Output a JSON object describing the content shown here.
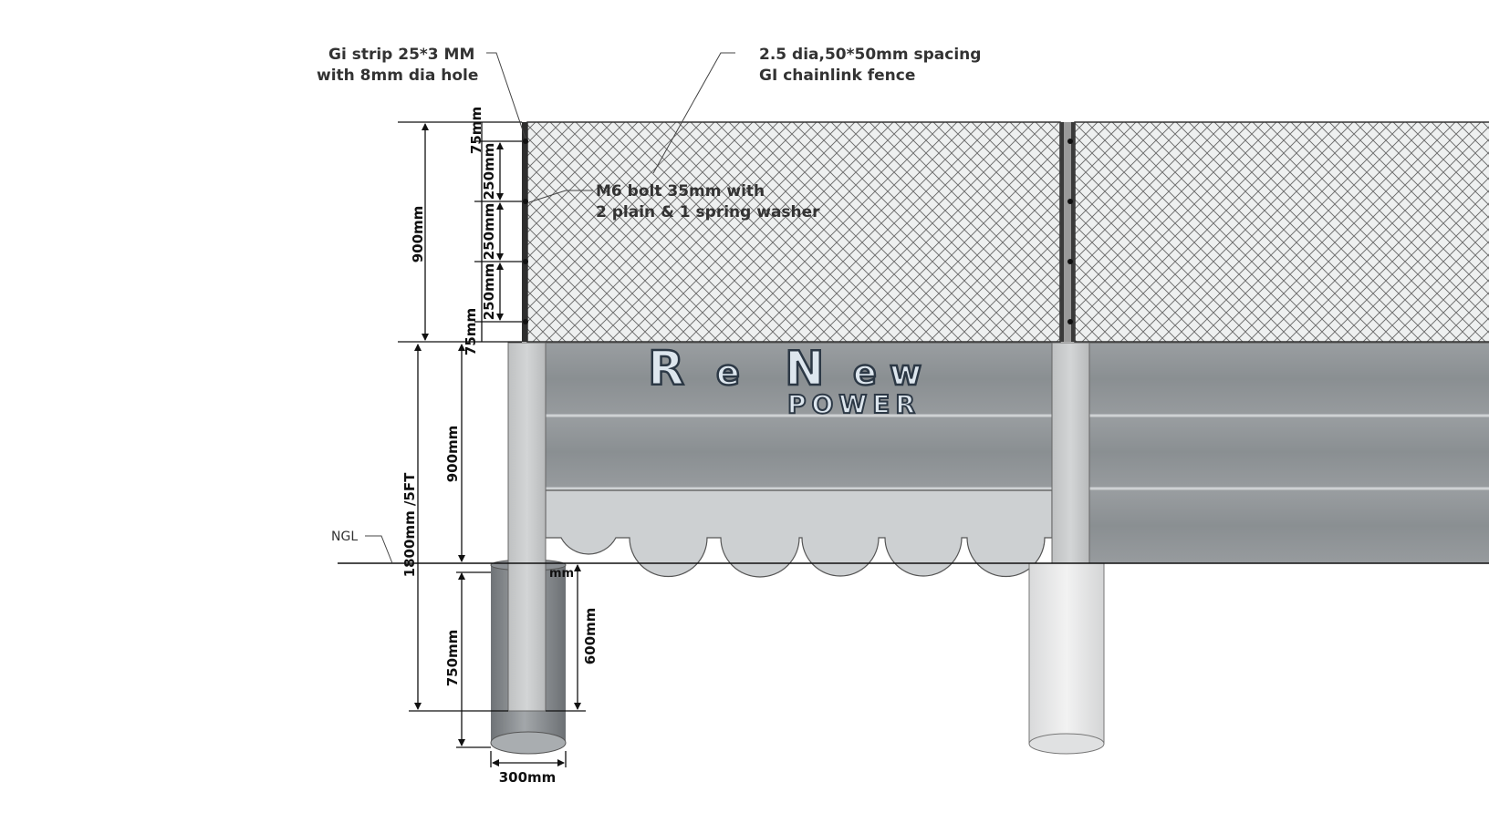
{
  "callouts": {
    "gi_strip_line1": "Gi strip 25*3 MM",
    "gi_strip_line2": "with 8mm dia hole",
    "chainlink_line1": "2.5 dia,50*50mm spacing",
    "chainlink_line2": "GI chainlink fence",
    "bolt_line1": "M6 bolt 35mm with",
    "bolt_line2": "2 plain & 1 spring washer",
    "ngl": "NGL"
  },
  "dimensions": {
    "fence_height": "900mm",
    "top_offset": "75mm",
    "spacing_1": "250mm",
    "spacing_2": "250mm",
    "spacing_3": "250mm",
    "bottom_offset": "75mm",
    "wall_height": "900mm",
    "total_height": "1800mm /5FT",
    "embed_depth": "750mm",
    "post_embed": "600mm",
    "footing_dia": "300mm",
    "gap_label": "mm"
  },
  "logo": {
    "brand_letters": [
      "R",
      "e",
      "N",
      "e",
      "w"
    ],
    "sub": "POWER"
  },
  "colors": {
    "panel": "#8e9396",
    "post": "#c9cbcc",
    "mesh": "#6b6b6b",
    "footing_dark": "#7d8185"
  }
}
